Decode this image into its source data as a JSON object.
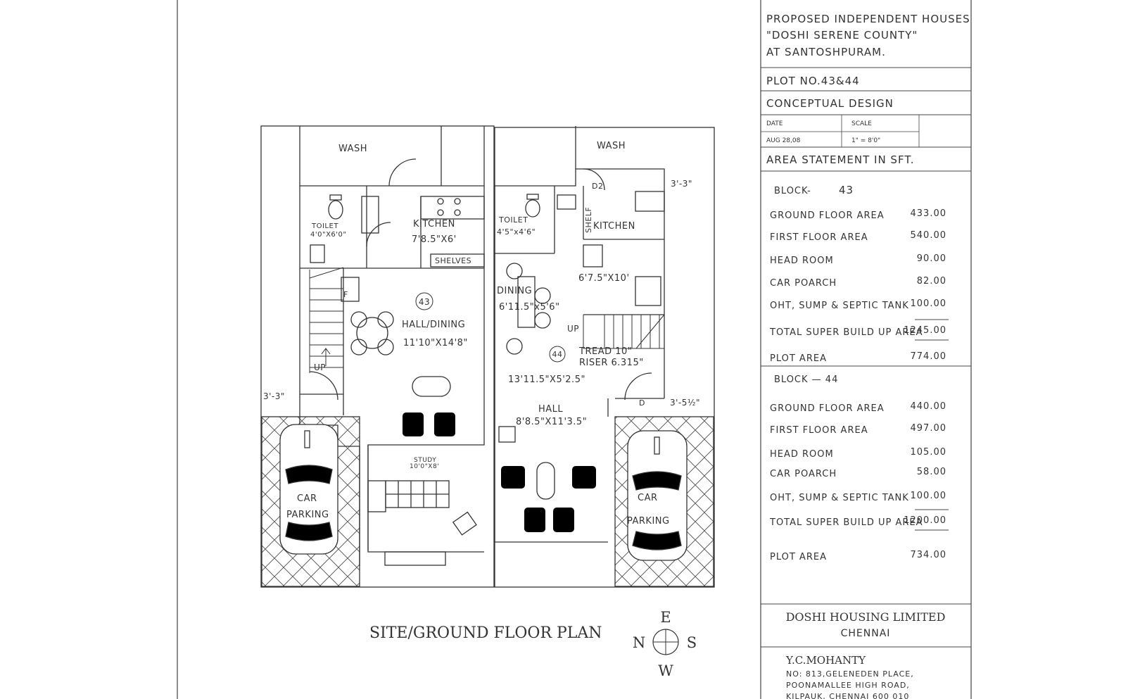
{
  "title_block": {
    "project_line1": "PROPOSED INDEPENDENT HOUSES",
    "project_line2": "\"DOSHI SERENE COUNTY\"",
    "project_line3": "AT SANTOSHPURAM.",
    "plot_no": "PLOT NO.43&44",
    "design_type": "CONCEPTUAL DESIGN",
    "date_label": "DATE",
    "date_value": "AUG 28,08",
    "scale_label": "SCALE",
    "scale_value": "1\" = 8'0\"",
    "area_heading": "AREA STATEMENT  IN SFT."
  },
  "block43": {
    "heading": "BLOCK-",
    "number": "43",
    "rows": [
      {
        "label": "GROUND FLOOR  AREA",
        "value": "433.00"
      },
      {
        "label": "FIRST FLOOR  AREA",
        "value": "540.00"
      },
      {
        "label": "HEAD ROOM",
        "value": "90.00"
      },
      {
        "label": "CAR POARCH",
        "value": "82.00"
      },
      {
        "label": "OHT, SUMP & SEPTIC TANK",
        "value": "100.00"
      },
      {
        "label": "TOTAL SUPER BUILD UP AREA",
        "value": "1245.00"
      },
      {
        "label": "PLOT AREA",
        "value": "774.00"
      }
    ]
  },
  "block44": {
    "heading": "BLOCK — 44",
    "rows": [
      {
        "label": "GROUND FLOOR  AREA",
        "value": "440.00"
      },
      {
        "label": "FIRST FLOOR  AREA",
        "value": "497.00"
      },
      {
        "label": "HEAD ROOM",
        "value": "105.00"
      },
      {
        "label": "CAR POARCH",
        "value": "58.00"
      },
      {
        "label": "OHT, SUMP & SEPTIC TANK",
        "value": "100.00"
      },
      {
        "label": "TOTAL SUPER BUILD UP AREA",
        "value": "1200.00"
      },
      {
        "label": "PLOT AREA",
        "value": "734.00"
      }
    ]
  },
  "company": {
    "name": "DOSHI HOUSING LIMITED",
    "city": "CHENNAI"
  },
  "architect": {
    "name": "Y.C.MOHANTY",
    "addr1": "NO: 813,GELENEDEN PLACE,",
    "addr2": "POONAMALLEE HIGH ROAD,",
    "addr3": "KILPAUK, CHENNAI 600 010"
  },
  "drawing_title": "SITE/GROUND  FLOOR PLAN",
  "compass": {
    "north": "N",
    "south": "S",
    "east": "E",
    "west": "W"
  },
  "plan": {
    "wash": "WASH",
    "toilet": "TOILET",
    "toilet43_size": "4'0\"X6'0\"",
    "toilet44_size": "4'5\"x4'6\"",
    "kitchen": "KITCHEN",
    "kitchen43_size": "7'8.5\"X6'",
    "kitchen44_size": "6'7.5\"X10'",
    "shelves": "SHELVES",
    "shelf": "SHELF",
    "f_mark": "F",
    "block43_tag": "43",
    "block44_tag": "44",
    "hall_dining": "HALL/DINING",
    "hall_dining_size": "11'10\"X14'8\"",
    "up": "UP",
    "dim_3_3": "3'-3\"",
    "dim_3_5": "3'-5½\"",
    "study": "STUDY",
    "study_size": "10'0\"X8'",
    "car": "CAR",
    "parking": "PARKING",
    "dining": "DINING",
    "dining_size": "6'11.5\"x5'6\"",
    "tread": "TREAD  10\"",
    "riser": "RISER  6.315\"",
    "lobby_size": "13'11.5\"X5'2.5\"",
    "hall": "HALL",
    "hall_size": "8'8.5\"X11'3.5\"",
    "d2": "D2",
    "d": "D"
  }
}
